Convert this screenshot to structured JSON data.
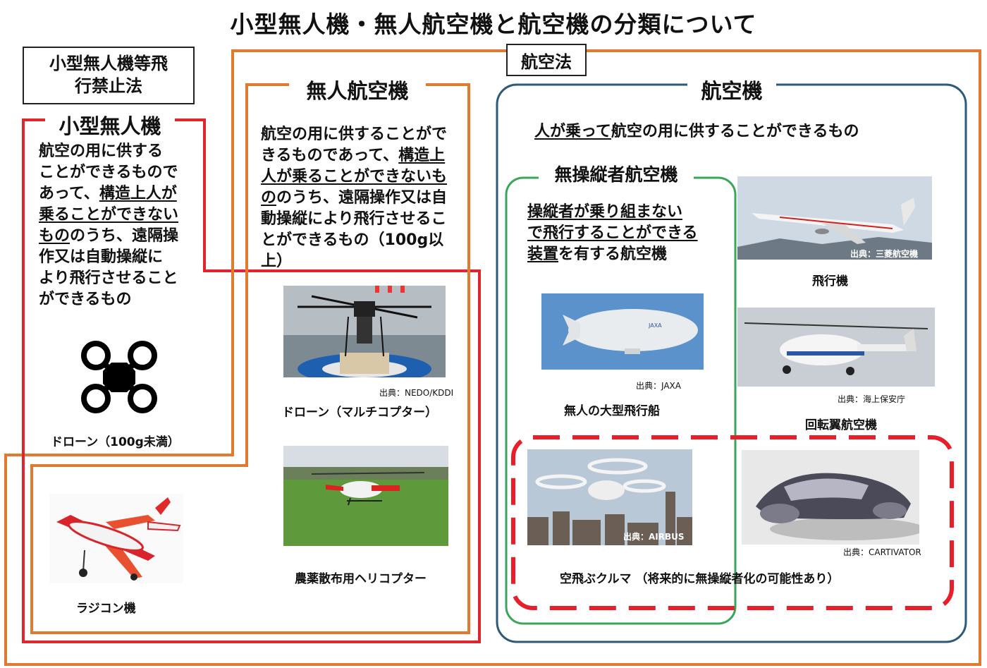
{
  "title": "小型無人機・無人航空機と航空機の分類について",
  "law_small_drone": "小型無人機等飛\n行禁止法",
  "law_aviation": "航空法",
  "small_drone": {
    "heading": "小型無人機",
    "desc_1": "航空の用に供する",
    "desc_2": "ことができるもので",
    "desc_3_plain": "あって、",
    "desc_3_u": "構造上人が",
    "desc_4_u": "乗ることができない",
    "desc_5_u": "もの",
    "desc_5_plain": "のうち、遠隔操",
    "desc_6": "作又は自動操縦に",
    "desc_7": "より飛行させること",
    "desc_8": "ができるもの",
    "drone_caption": "ドローン（100g未満）",
    "rc_caption": "ラジコン機"
  },
  "uav": {
    "heading": "無人航空機",
    "desc_1": "航空の用に供することがで",
    "desc_2_plain": "きるものであって、",
    "desc_2_u": "構造上",
    "desc_3_u": "人が乗ることができないも",
    "desc_4_u": "の",
    "desc_4_plain": "のうち、遠隔操作又は自",
    "desc_5": "動操縦により飛行させるこ",
    "desc_6": "とができるもの（100g以上）",
    "multicopter_source": "出典：NEDO/KDDI",
    "multicopter_caption": "ドローン（マルチコプター）",
    "helicopter_caption": "農薬散布用ヘリコプター"
  },
  "aircraft": {
    "heading": "航空機",
    "desc_plain_1": "人が乗って",
    "desc_plain_2": "航空の用に供することができるもの",
    "pilotless": {
      "heading": "無操縦者航空機",
      "desc_1_u": "操縦者が乗り組まない",
      "desc_2_u": "で飛行することができる",
      "desc_3_u": "装置",
      "desc_3_plain": "を有する航空機"
    },
    "airship_source": "出典：JAXA",
    "airship_caption": "無人の大型飛行船",
    "airplane_source": "出典：三菱航空機",
    "airplane_caption": "飛行機",
    "rotorcraft_source": "出典：海上保安庁",
    "rotorcraft_caption": "回転翼航空機",
    "airbus_source": "出典：AIRBUS",
    "cartivator_source": "出典：CARTIVATOR",
    "flying_car_caption": "空飛ぶクルマ （将来的に無操縦者化の可能性あり）"
  },
  "colors": {
    "red_border": "#e0262c",
    "orange_border": "#e07a2e",
    "blue_border": "#2e5a7a",
    "green_border": "#3aa65a",
    "dash_red": "#e81f2a"
  }
}
